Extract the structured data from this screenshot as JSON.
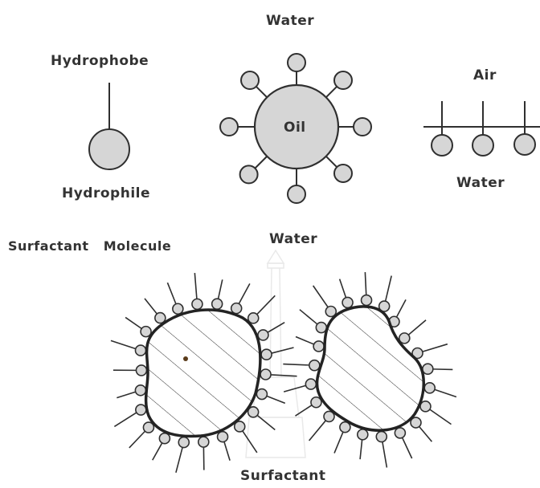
{
  "labels": {
    "hydrophobe": "Hydrophobe",
    "hydrophile": "Hydrophile",
    "surfactant_molecule": "Surfactant   Molecule",
    "water_top": "Water",
    "oil": "Oil",
    "air": "Air",
    "water_right": "Water",
    "water_middle": "Water",
    "surfactant_bottom": "Surfactant"
  },
  "colors": {
    "ink": "#2f2f2f",
    "head_fill": "#d6d6d6",
    "blob_fill": "#d9d9d9",
    "background": "#ffffff"
  }
}
